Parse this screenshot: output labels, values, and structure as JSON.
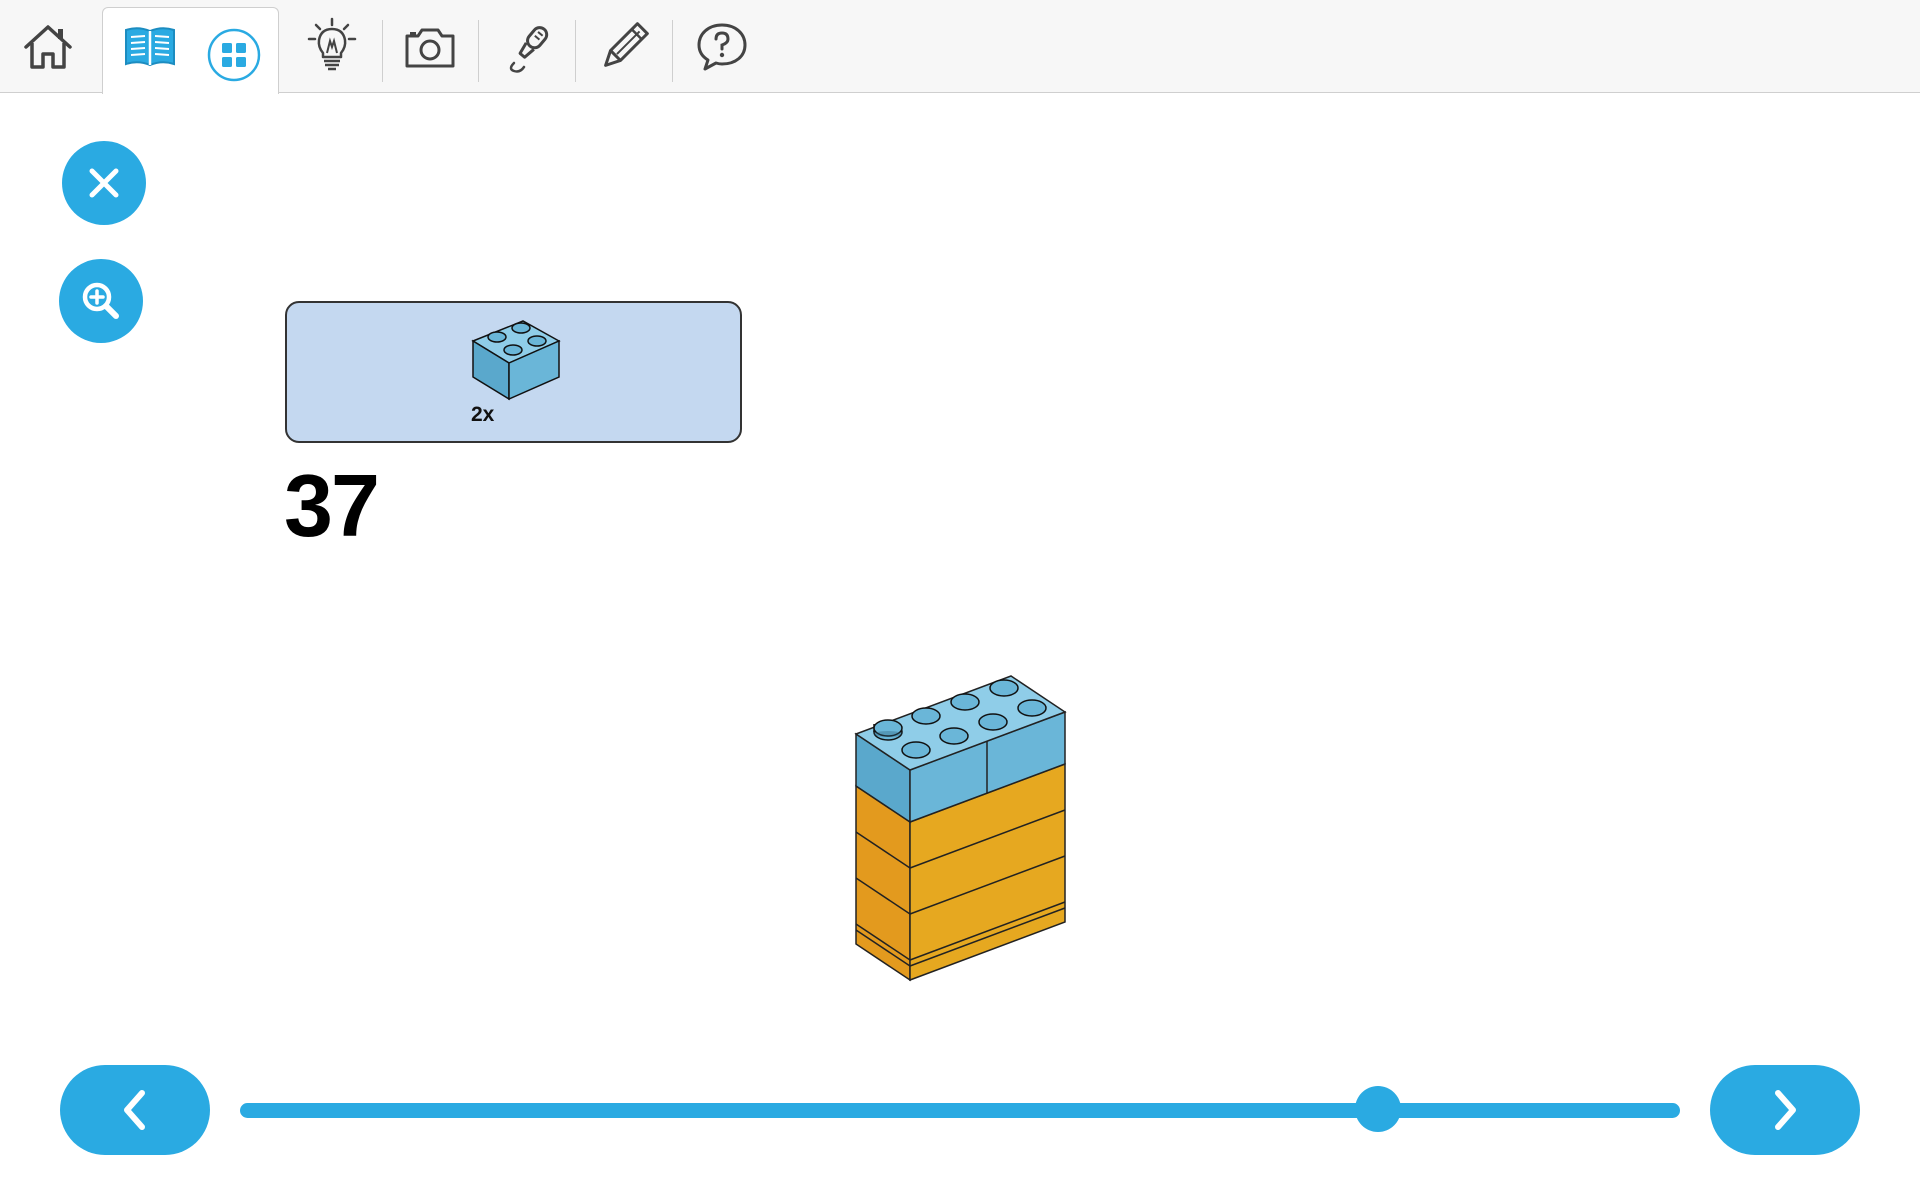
{
  "toolbar": {
    "tools": [
      {
        "icon": "home-icon"
      },
      {
        "icon": "book-icon",
        "active": true
      },
      {
        "icon": "grid-icon"
      },
      {
        "icon": "lightbulb-icon"
      },
      {
        "icon": "camera-icon"
      },
      {
        "icon": "microphone-icon"
      },
      {
        "icon": "pencil-icon"
      },
      {
        "icon": "help-icon"
      }
    ]
  },
  "side_buttons": {
    "close": "close-icon",
    "zoom": "zoom-in-icon"
  },
  "parts": {
    "quantity": "2x",
    "brick_color": "#6ab6d8"
  },
  "step": {
    "number": "37"
  },
  "model_colors": {
    "top_layer": "#6ab6d8",
    "lower_layers": "#e6a820"
  },
  "navigation": {
    "progress": 0.79,
    "accent": "#2aaae2"
  }
}
